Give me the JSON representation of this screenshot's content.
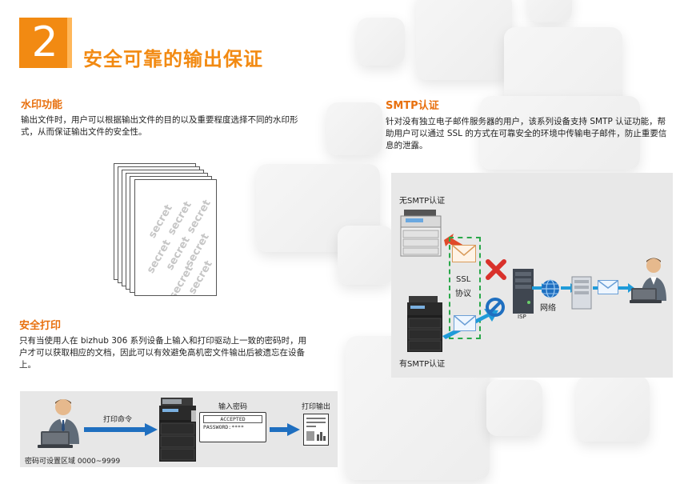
{
  "header": {
    "number": "2",
    "title": "安全可靠的输出保证"
  },
  "watermark": {
    "title": "水印功能",
    "body": "输出文件时，用户可以根据输出文件的目的以及重要程度选择不同的水印形式，从而保证输出文件的安全性。",
    "watermark_word": "secret"
  },
  "secure_print": {
    "title": "安全打印",
    "body": "只有当使用人在 bizhub 306 系列设备上输入和打印驱动上一致的密码时，用户才可以获取相应的文档，因此可以有效避免高机密文件输出后被遗忘在设备上。",
    "diagram": {
      "print_command_label": "打印命令",
      "input_password_label": "输入密码",
      "print_output_label": "打印输出",
      "screen_line1": "ACCEPTED",
      "screen_line2": "PASSWORD:****",
      "password_range_label": "密码可设置区域 0000~9999"
    }
  },
  "smtp": {
    "title": "SMTP认证",
    "body": "针对没有独立电子邮件服务器的用户，该系列设备支持 SMTP 认证功能，帮助用户可以通过 SSL 的方式在可靠安全的环境中传输电子邮件，防止重要信息的泄露。",
    "diagram": {
      "no_smtp_label": "无SMTP认证",
      "with_smtp_label": "有SMTP认证",
      "ssl_label_line1": "SSL",
      "ssl_label_line2": "协议",
      "isp_label": "ISP",
      "network_label": "网络"
    }
  },
  "colors": {
    "accent_orange": "#f28a12",
    "section_title_orange": "#e8700e",
    "arrow_blue": "#1f6fc0",
    "ssl_green": "#2aa84a",
    "error_red": "#d9312b"
  }
}
